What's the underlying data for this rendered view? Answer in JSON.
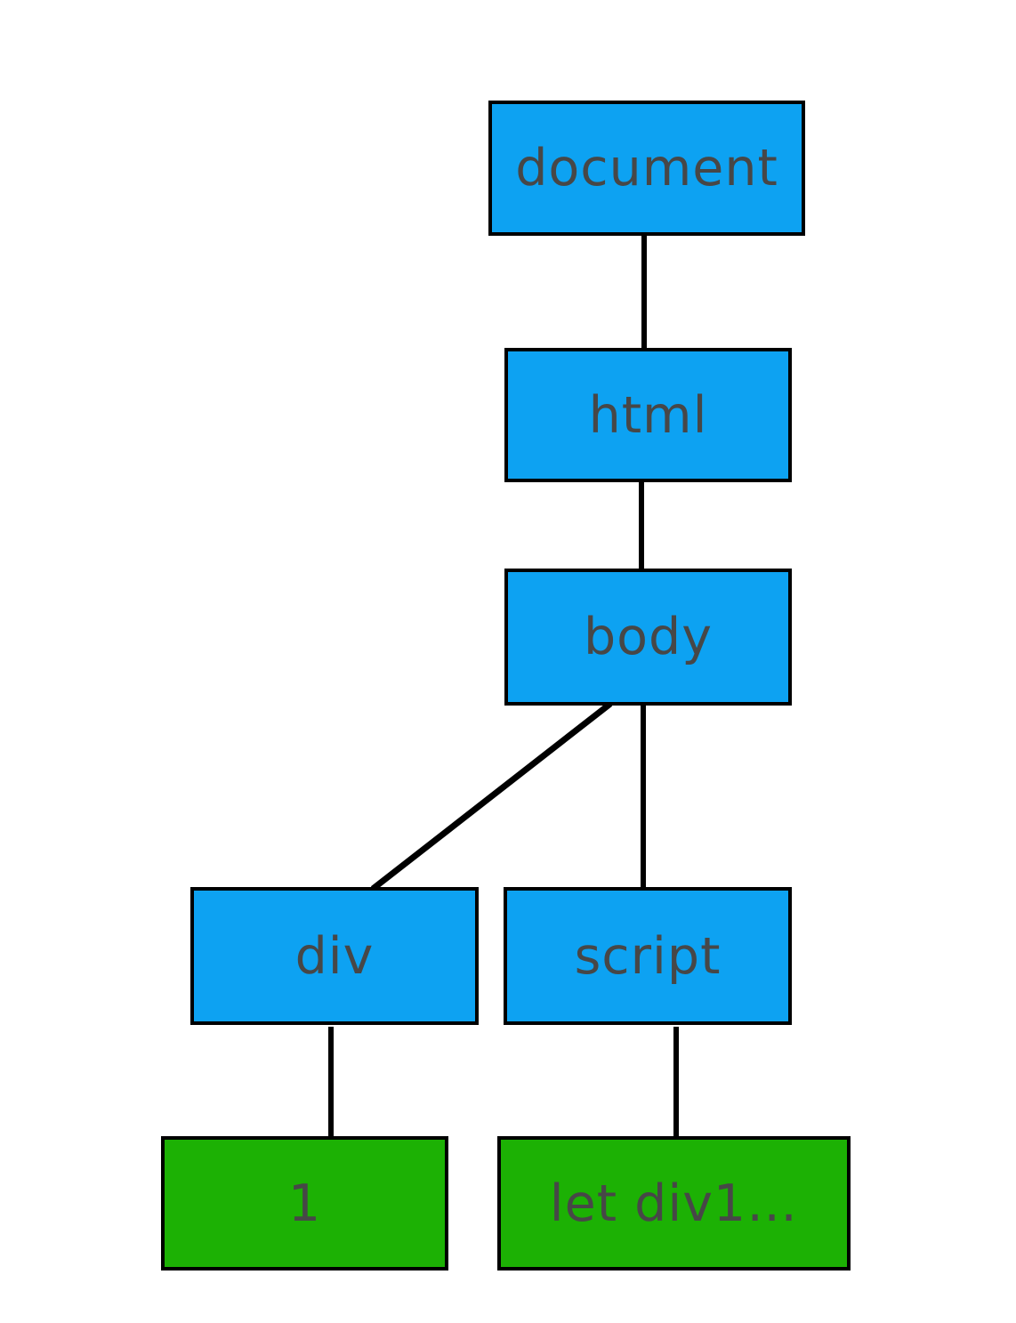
{
  "diagram": {
    "type": "dom-tree",
    "colors": {
      "element_node_fill": "#0da2f2",
      "text_node_fill": "#1cb104",
      "node_border": "#000000",
      "edge_stroke": "#000000",
      "label_text": "#474747",
      "background": "#ffffff"
    },
    "nodes": {
      "document": {
        "label": "document",
        "type": "element"
      },
      "html": {
        "label": "html",
        "type": "element"
      },
      "body": {
        "label": "body",
        "type": "element"
      },
      "div": {
        "label": "div",
        "type": "element"
      },
      "script": {
        "label": "script",
        "type": "element"
      },
      "div_text": {
        "label": "1",
        "type": "text"
      },
      "script_text": {
        "label": "let div1…",
        "type": "text"
      }
    },
    "edges": [
      {
        "from": "document",
        "to": "html"
      },
      {
        "from": "html",
        "to": "body"
      },
      {
        "from": "body",
        "to": "div"
      },
      {
        "from": "body",
        "to": "script"
      },
      {
        "from": "div",
        "to": "div_text"
      },
      {
        "from": "script",
        "to": "script_text"
      }
    ]
  }
}
